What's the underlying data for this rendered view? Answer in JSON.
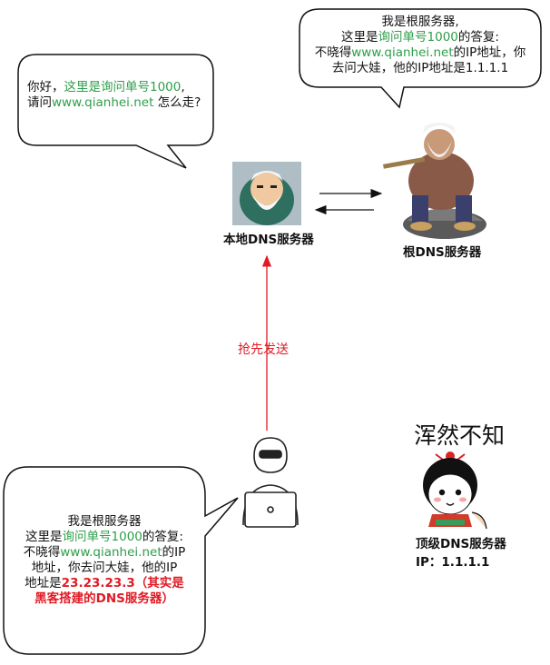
{
  "bubble_local": {
    "line1_prefix": "你好，",
    "line1_green": "这里是询问单号1000",
    "line1_suffix": ",",
    "line2_prefix": "请问",
    "line2_green": "www.qianhei.net",
    "line2_suffix": " 怎么走?"
  },
  "bubble_root": {
    "line1": "我是根服务器,",
    "line2_prefix": "这里是",
    "line2_green": "询问单号1000",
    "line2_suffix": "的答复:",
    "line3_prefix": "不晓得",
    "line3_green": "www.qianhei.net",
    "line3_suffix": "的IP地址，你",
    "line4": "去问大娃，他的IP地址是1.1.1.1"
  },
  "bubble_hacker": {
    "line1": "我是根服务器",
    "line2_prefix": "这里是",
    "line2_green": "询问单号1000",
    "line2_suffix": "的答复:",
    "line3_prefix": "不晓得",
    "line3_green": "www.qianhei.net",
    "line3_suffix": "的IP",
    "line4": "地址，你去问大娃，他的IP",
    "line5_prefix": "地址是",
    "line5_red": "23.23.23.3（其实是",
    "line6_red": "黑客搭建的DNS服务器）"
  },
  "labels": {
    "local_dns": "本地DNS服务器",
    "root_dns": "根DNS服务器",
    "arrow_label": "抢先发送",
    "unaware": "浑然不知",
    "top_dns": "顶级DNS服务器",
    "top_dns_ip": "IP：1.1.1.1"
  },
  "colors": {
    "green": "#2e9e4a",
    "red": "#e01b24",
    "arrow_red": "#e01b24"
  }
}
